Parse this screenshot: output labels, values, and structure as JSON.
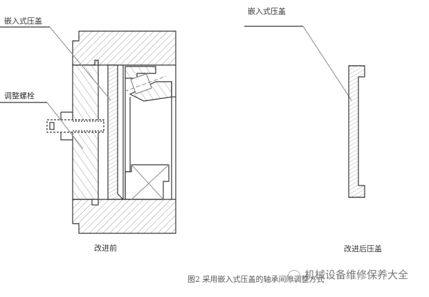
{
  "figure": {
    "labels": {
      "left_insert_cover": "嵌入式压盖",
      "adjust_bolt": "调整螺栓",
      "right_insert_cover": "嵌入式压盖",
      "before": "改进前",
      "after": "改进后压盖"
    },
    "caption": "图2 采用嵌入式压盖的轴承间隙调整方式",
    "watermark": "机械设备维修保养大全",
    "watermark_icon": "wechat-icon"
  }
}
